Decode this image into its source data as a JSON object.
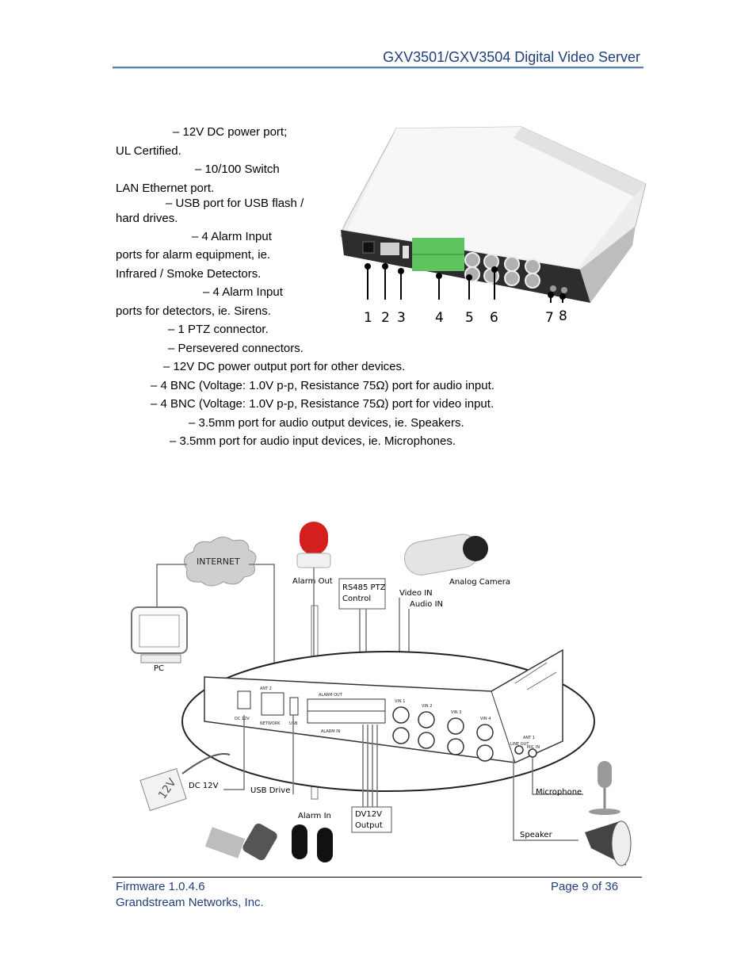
{
  "header": {
    "title": "GXV3501/GXV3504 Digital Video Server"
  },
  "descriptions": [
    "– 12V DC power port;",
    "UL Certified.",
    "– 10/100 Switch",
    "LAN Ethernet port.",
    "– USB port for USB flash /",
    "hard drives.",
    "– 4 Alarm Input",
    "ports for alarm equipment, ie.",
    "Infrared / Smoke Detectors.",
    "– 4 Alarm Input",
    "ports for detectors, ie. Sirens.",
    "– 1 PTZ connector.",
    "– Persevered connectors.",
    "– 12V DC power output port for other devices.",
    "– 4 BNC (Voltage: 1.0V p-p, Resistance 75Ω) port for audio input.",
    "– 4 BNC (Voltage: 1.0V p-p, Resistance 75Ω) port for video input.",
    "– 3.5mm port for audio output devices, ie. Speakers.",
    "– 3.5mm port for audio input devices, ie. Microphones."
  ],
  "device_photo": {
    "port_numbers": [
      "1",
      "2",
      "3",
      "4",
      "5",
      "6",
      "7",
      "8"
    ]
  },
  "diagram": {
    "labels": {
      "internet": "INTERNET",
      "pc": "PC",
      "alarm_out": "Alarm Out",
      "rs485_line1": "RS485 PTZ",
      "rs485_line2": "Control",
      "video_in": "Video IN",
      "audio_in": "Audio IN",
      "analog_camera": "Analog Camera",
      "dc12v": "DC 12V",
      "usb_drive": "USB Drive",
      "alarm_in": "Alarm In",
      "dv12v_line1": "DV12V",
      "dv12v_line2": "Output",
      "microphone": "Microphone",
      "speaker": "Speaker",
      "adapter_mark": "12V"
    },
    "panel_labels": {
      "ant2": "ANT 2",
      "dc12v_port": "DC 12V",
      "network": "NETWORK",
      "usb": "USB",
      "alarm_out": "ALARM OUT",
      "alarm_in": "ALARM IN",
      "vin1": "VIN 1",
      "vin2": "VIN 2",
      "vin3": "VIN 3",
      "vin4": "VIN 4",
      "ant1": "ANT 1",
      "line_out": "LINE OUT",
      "mic_in": "MIC IN"
    }
  },
  "footer": {
    "firmware": "Firmware 1.0.4.6",
    "company": "Grandstream Networks, Inc.",
    "page": "Page 9 of 36"
  }
}
